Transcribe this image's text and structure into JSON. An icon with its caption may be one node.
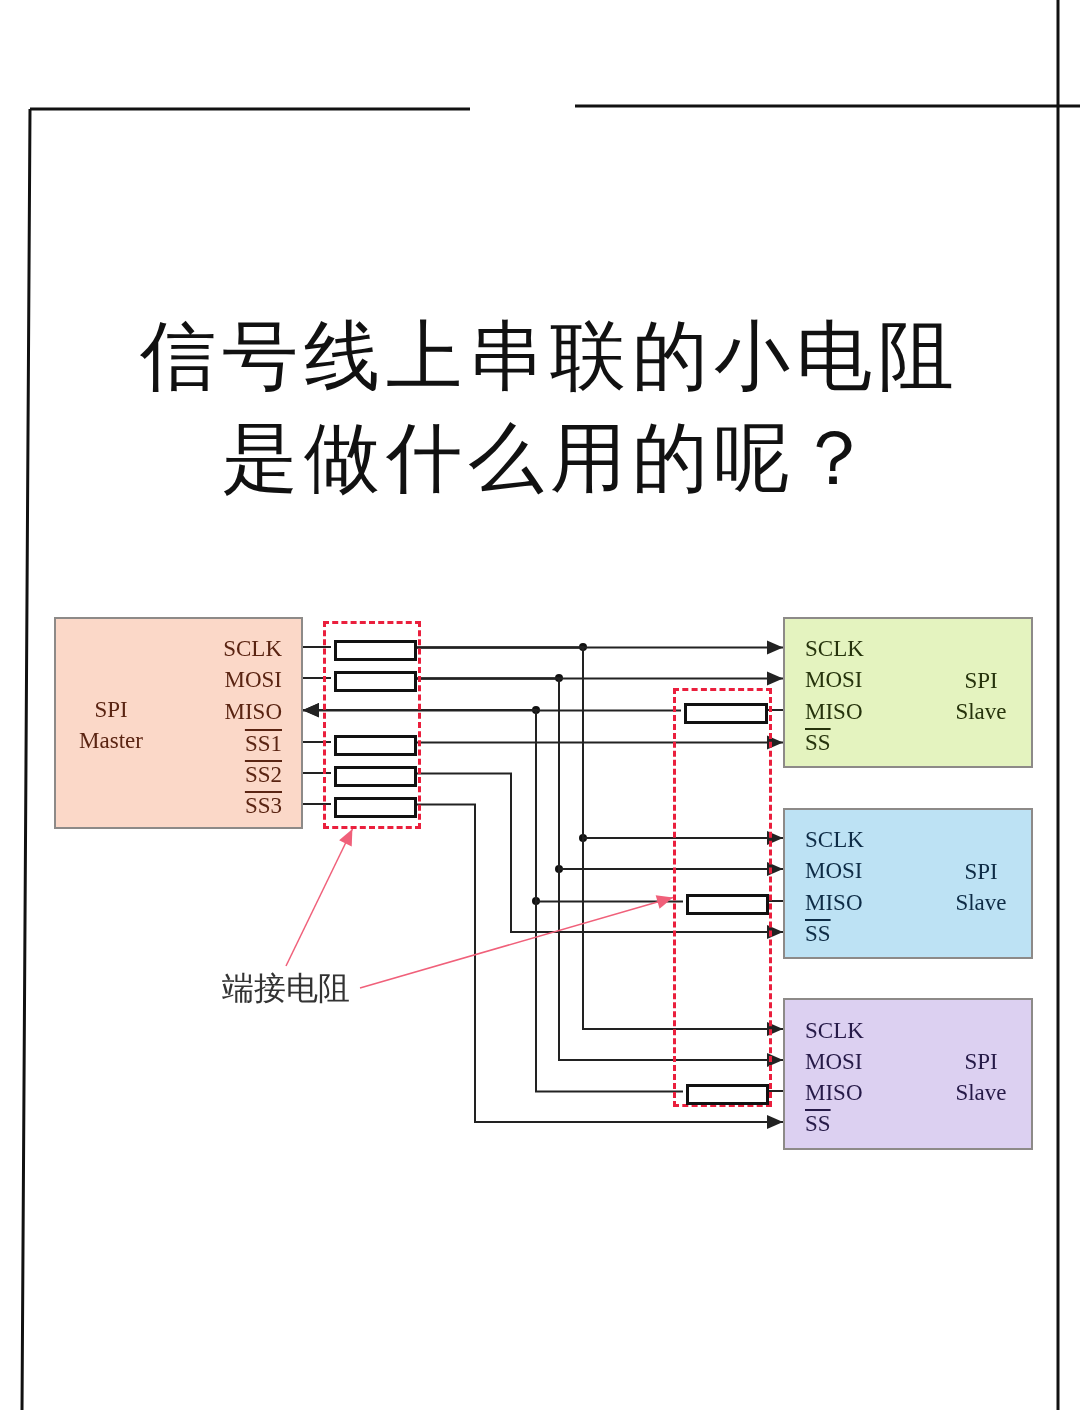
{
  "diagram": {
    "title": "信号线上串联的小电阻是做什么用的呢？",
    "nodes": [
      {
        "text": [
          "SPI Master"
        ]
      },
      {
        "text": [
          "SCLK"
        ],
        "in": 0
      },
      {
        "text": [
          "MOSI"
        ],
        "in": 0
      },
      {
        "text": [
          "MISO"
        ],
        "in": 0
      },
      {
        "text": [
          "SS1"
        ],
        "in": 0
      },
      {
        "text": [
          "SS2"
        ],
        "in": 0
      },
      {
        "text": [
          "SS3"
        ],
        "in": 0
      },
      {
        "text": [
          "SPI Slave"
        ]
      },
      {
        "text": [
          "SCLK"
        ],
        "in": 7
      },
      {
        "text": [
          "MOSI"
        ],
        "in": 7
      },
      {
        "text": [
          "MISO"
        ],
        "in": 7
      },
      {
        "text": [
          "SS"
        ],
        "in": 7
      },
      {
        "text": [
          "SPI Slave"
        ]
      },
      {
        "text": [
          "SCLK"
        ],
        "in": 12
      },
      {
        "text": [
          "MOSI"
        ],
        "in": 12
      },
      {
        "text": [
          "MISO"
        ],
        "in": 12
      },
      {
        "text": [
          "SS"
        ],
        "in": 12
      },
      {
        "text": [
          "SPI Slave"
        ]
      },
      {
        "text": [
          "SCLK"
        ],
        "in": 17
      },
      {
        "text": [
          "MOSI"
        ],
        "in": 17
      },
      {
        "text": [
          "MISO"
        ],
        "in": 17
      },
      {
        "text": [
          "SS"
        ],
        "in": 17
      },
      {
        "text": [],
        "shape": "box"
      },
      {
        "text": [],
        "shape": "box",
        "in": 22
      },
      {
        "text": [],
        "shape": "box",
        "in": 22
      },
      {
        "text": [],
        "shape": "box",
        "in": 22
      },
      {
        "text": [],
        "shape": "box",
        "in": 22
      },
      {
        "text": [],
        "shape": "box",
        "in": 22
      },
      {
        "text": [],
        "shape": "box"
      },
      {
        "text": [],
        "shape": "box",
        "in": 28
      },
      {
        "text": [],
        "shape": "box",
        "in": 28
      },
      {
        "text": [],
        "shape": "box",
        "in": 28
      },
      {
        "text": [
          "端接电阻"
        ]
      }
    ],
    "edges": [
      {
        "from": 1,
        "to": 23,
        "arrow": "none"
      },
      {
        "from": 23,
        "to": 8,
        "arrow": "to"
      },
      {
        "from": 23,
        "to": 13,
        "arrow": "to"
      },
      {
        "from": 23,
        "to": 18,
        "arrow": "to"
      },
      {
        "from": 2,
        "to": 24,
        "arrow": "none"
      },
      {
        "from": 24,
        "to": 9,
        "arrow": "to"
      },
      {
        "from": 24,
        "to": 14,
        "arrow": "to"
      },
      {
        "from": 24,
        "to": 19,
        "arrow": "to"
      },
      {
        "from": 10,
        "to": 29,
        "arrow": "none"
      },
      {
        "from": 29,
        "to": 3,
        "arrow": "to"
      },
      {
        "from": 15,
        "to": 30,
        "arrow": "none"
      },
      {
        "from": 30,
        "to": 3,
        "arrow": "to"
      },
      {
        "from": 20,
        "to": 31,
        "arrow": "none"
      },
      {
        "from": 31,
        "to": 3,
        "arrow": "to"
      },
      {
        "from": 4,
        "to": 25,
        "arrow": "none"
      },
      {
        "from": 25,
        "to": 11,
        "arrow": "to"
      },
      {
        "from": 5,
        "to": 26,
        "arrow": "none"
      },
      {
        "from": 26,
        "to": 16,
        "arrow": "to"
      },
      {
        "from": 6,
        "to": 27,
        "arrow": "none"
      },
      {
        "from": 27,
        "to": 21,
        "arrow": "to"
      },
      {
        "from": 32,
        "to": 22,
        "arrow": "to",
        "color": "#f0607a"
      },
      {
        "from": 32,
        "to": 28,
        "arrow": "to",
        "color": "#f0607a"
      }
    ]
  }
}
